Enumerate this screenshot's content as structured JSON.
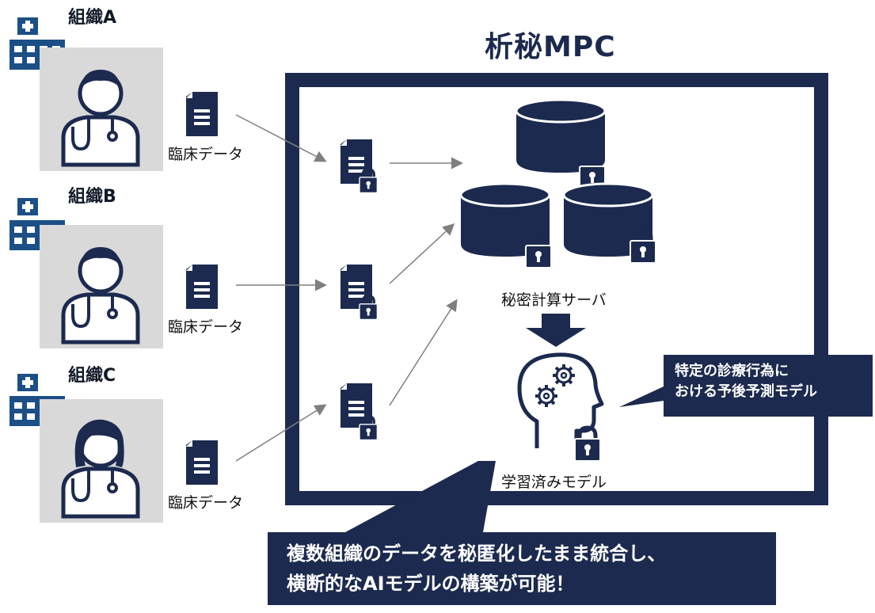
{
  "title": "析秘MPC",
  "organizations": [
    {
      "label": "組織A",
      "data_label": "臨床データ"
    },
    {
      "label": "組織B",
      "data_label": "臨床データ"
    },
    {
      "label": "組織C",
      "data_label": "臨床データ"
    }
  ],
  "server": {
    "label": "秘密計算サーバ"
  },
  "model": {
    "label": "学習済みモデル"
  },
  "callout_model": {
    "line1": "特定の診療行為に",
    "line2": "おける予後予測モデル"
  },
  "callout_main": {
    "line1": "複数組織のデータを秘匿化したまま統合し、",
    "line2": "横断的なAIモデルの構築が可能！"
  },
  "colors": {
    "navy": "#1c2a4f",
    "gray_bg": "#d9d9d9",
    "arrow": "#7f7f7f"
  },
  "icons": [
    "hospital-icon",
    "doctor-icon",
    "document-icon",
    "locked-document-icon",
    "database-icon",
    "padlock-icon",
    "ai-head-gears-icon"
  ]
}
